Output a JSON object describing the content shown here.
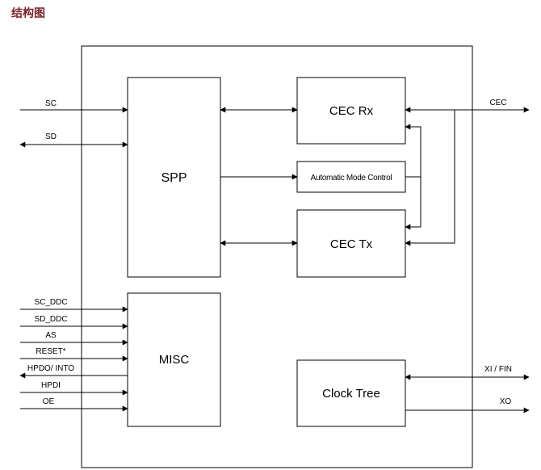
{
  "page": {
    "title": "结构图"
  },
  "blocks": {
    "spp": "SPP",
    "cec_rx": "CEC Rx",
    "auto_mode": "Automatic Mode Control",
    "cec_tx": "CEC Tx",
    "misc": "MISC",
    "clock_tree": "Clock Tree"
  },
  "signals": {
    "sc": "SC",
    "sd": "SD",
    "cec": "CEC",
    "sc_ddc": "SC_DDC",
    "sd_ddc": "SD_DDC",
    "as": "AS",
    "reset": "RESET*",
    "hpdo_into": "HPDO/ INTO",
    "hpdi": "HPDI",
    "oe": "OE",
    "xi_fin": "XI / FIN",
    "xo": "XO"
  }
}
